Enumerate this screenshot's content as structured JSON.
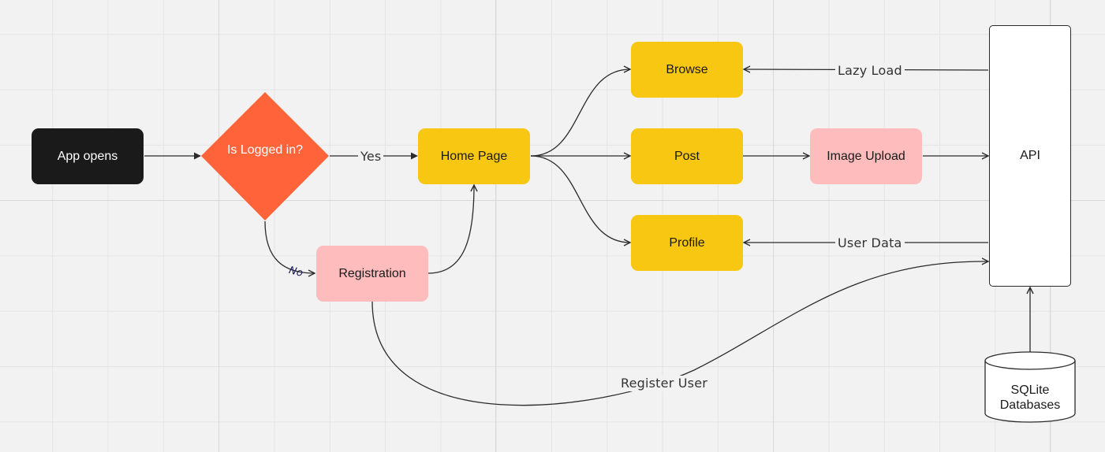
{
  "diagram": {
    "nodes": {
      "app_opens": "App opens",
      "is_logged_in": "Is Logged in?",
      "home_page": "Home Page",
      "registration": "Registration",
      "browse": "Browse",
      "post": "Post",
      "profile": "Profile",
      "image_upload": "Image Upload",
      "api": "API",
      "sqlite": "SQLite Databases"
    },
    "edge_labels": {
      "yes": "Yes",
      "no": "No",
      "lazy_load": "Lazy Load",
      "user_data": "User Data",
      "register_user": "Register User"
    },
    "colors": {
      "dark_node": "#1a1a1a",
      "decision": "#ff6339",
      "yellow_node": "#f8c712",
      "pink_node": "#ffbcbc",
      "canvas": "#f2f2f2"
    }
  }
}
